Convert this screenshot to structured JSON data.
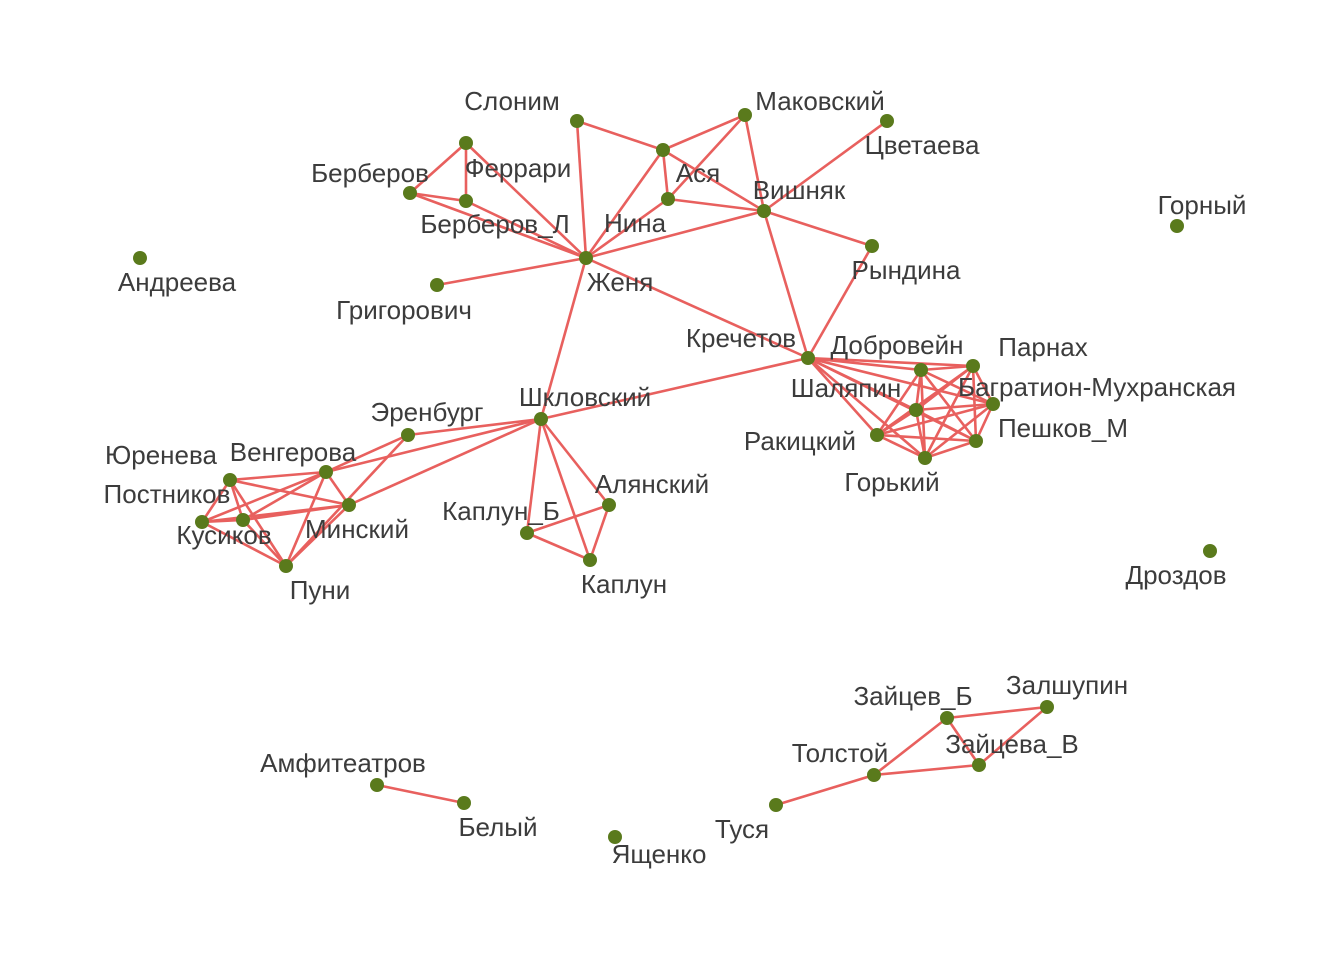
{
  "graph": {
    "nodes": [
      {
        "id": "Слоним",
        "label": "Слоним"
      },
      {
        "id": "Маковский",
        "label": "Маковский"
      },
      {
        "id": "Цветаева",
        "label": "Цветаева"
      },
      {
        "id": "Горный",
        "label": "Горный"
      },
      {
        "id": "Берберов",
        "label": "Берберов"
      },
      {
        "id": "Феррари",
        "label": "Феррари"
      },
      {
        "id": "Ася",
        "label": "Ася"
      },
      {
        "id": "Вишняк",
        "label": "Вишняк"
      },
      {
        "id": "Берберов_Л",
        "label": "Берберов_Л"
      },
      {
        "id": "Нина",
        "label": "Нина"
      },
      {
        "id": "Андреева",
        "label": "Андреева"
      },
      {
        "id": "Женя",
        "label": "Женя"
      },
      {
        "id": "Рындина",
        "label": "Рындина"
      },
      {
        "id": "Григорович",
        "label": "Григорович"
      },
      {
        "id": "Кречетов",
        "label": "Кречетов"
      },
      {
        "id": "Добровейн",
        "label": "Добровейн"
      },
      {
        "id": "Парнах",
        "label": "Парнах"
      },
      {
        "id": "Шаляпин",
        "label": "Шаляпин"
      },
      {
        "id": "Багратион-Мухранская",
        "label": "Багратион-Мухранская"
      },
      {
        "id": "Шкловский",
        "label": "Шкловский"
      },
      {
        "id": "Эренбург",
        "label": "Эренбург"
      },
      {
        "id": "Ракицкий",
        "label": "Ракицкий"
      },
      {
        "id": "Пешков_М",
        "label": "Пешков_М"
      },
      {
        "id": "Юренева",
        "label": "Юренева"
      },
      {
        "id": "Венгерова",
        "label": "Венгерова"
      },
      {
        "id": "Горький",
        "label": "Горький"
      },
      {
        "id": "Постников",
        "label": "Постников"
      },
      {
        "id": "Алянский",
        "label": "Алянский"
      },
      {
        "id": "Каплун_Б",
        "label": "Каплун_Б"
      },
      {
        "id": "Минский",
        "label": "Минский"
      },
      {
        "id": "Кусиков",
        "label": "Кусиков"
      },
      {
        "id": "Каплун",
        "label": "Каплун"
      },
      {
        "id": "Пуни",
        "label": "Пуни"
      },
      {
        "id": "Дроздов",
        "label": "Дроздов"
      },
      {
        "id": "Залшупин",
        "label": "Залшупин"
      },
      {
        "id": "Зайцев_Б",
        "label": "Зайцев_Б"
      },
      {
        "id": "Толстой",
        "label": "Толстой"
      },
      {
        "id": "Зайцева_В",
        "label": "Зайцева_В"
      },
      {
        "id": "Амфитеатров",
        "label": "Амфитеатров"
      },
      {
        "id": "Белый",
        "label": "Белый"
      },
      {
        "id": "Туся",
        "label": "Туся"
      },
      {
        "id": "Ященко",
        "label": "Ященко"
      }
    ],
    "edges": [
      [
        "Берберов",
        "Феррари"
      ],
      [
        "Берберов",
        "Берберов_Л"
      ],
      [
        "Берберов",
        "Женя"
      ],
      [
        "Феррари",
        "Берберов_Л"
      ],
      [
        "Феррари",
        "Женя"
      ],
      [
        "Берберов_Л",
        "Женя"
      ],
      [
        "Слоним",
        "Женя"
      ],
      [
        "Слоним",
        "Ася"
      ],
      [
        "Ася",
        "Маковский"
      ],
      [
        "Ася",
        "Нина"
      ],
      [
        "Ася",
        "Вишняк"
      ],
      [
        "Ася",
        "Женя"
      ],
      [
        "Маковский",
        "Нина"
      ],
      [
        "Маковский",
        "Вишняк"
      ],
      [
        "Цветаева",
        "Вишняк"
      ],
      [
        "Нина",
        "Вишняк"
      ],
      [
        "Нина",
        "Женя"
      ],
      [
        "Вишняк",
        "Женя"
      ],
      [
        "Вишняк",
        "Рындина"
      ],
      [
        "Вишняк",
        "Кречетов"
      ],
      [
        "Григорович",
        "Женя"
      ],
      [
        "Женя",
        "Кречетов"
      ],
      [
        "Женя",
        "Шкловский"
      ],
      [
        "Рындина",
        "Кречетов"
      ],
      [
        "Кречетов",
        "Шкловский"
      ],
      [
        "Кречетов",
        "Добровейн"
      ],
      [
        "Кречетов",
        "Парнах"
      ],
      [
        "Кречетов",
        "Шаляпин"
      ],
      [
        "Кречетов",
        "Багратион-Мухранская"
      ],
      [
        "Кречетов",
        "Ракицкий"
      ],
      [
        "Кречетов",
        "Пешков_М"
      ],
      [
        "Кречетов",
        "Горький"
      ],
      [
        "Добровейн",
        "Парнах"
      ],
      [
        "Добровейн",
        "Шаляпин"
      ],
      [
        "Добровейн",
        "Багратион-Мухранская"
      ],
      [
        "Добровейн",
        "Ракицкий"
      ],
      [
        "Добровейн",
        "Пешков_М"
      ],
      [
        "Добровейн",
        "Горький"
      ],
      [
        "Парнах",
        "Шаляпин"
      ],
      [
        "Парнах",
        "Багратион-Мухранская"
      ],
      [
        "Парнах",
        "Ракицкий"
      ],
      [
        "Парнах",
        "Пешков_М"
      ],
      [
        "Парнах",
        "Горький"
      ],
      [
        "Шаляпин",
        "Багратион-Мухранская"
      ],
      [
        "Шаляпин",
        "Ракицкий"
      ],
      [
        "Шаляпин",
        "Пешков_М"
      ],
      [
        "Шаляпин",
        "Горький"
      ],
      [
        "Багратион-Мухранская",
        "Ракицкий"
      ],
      [
        "Багратион-Мухранская",
        "Пешков_М"
      ],
      [
        "Багратион-Мухранская",
        "Горький"
      ],
      [
        "Ракицкий",
        "Пешков_М"
      ],
      [
        "Ракицкий",
        "Горький"
      ],
      [
        "Пешков_М",
        "Горький"
      ],
      [
        "Шкловский",
        "Эренбург"
      ],
      [
        "Шкловский",
        "Венгерова"
      ],
      [
        "Шкловский",
        "Минский"
      ],
      [
        "Шкловский",
        "Алянский"
      ],
      [
        "Шкловский",
        "Каплун_Б"
      ],
      [
        "Шкловский",
        "Каплун"
      ],
      [
        "Алянский",
        "Каплун_Б"
      ],
      [
        "Алянский",
        "Каплун"
      ],
      [
        "Каплун_Б",
        "Каплун"
      ],
      [
        "Эренбург",
        "Венгерова"
      ],
      [
        "Эренбург",
        "Пуни"
      ],
      [
        "Юренева",
        "Венгерова"
      ],
      [
        "Юренева",
        "Минский"
      ],
      [
        "Юренева",
        "Кусиков"
      ],
      [
        "Юренева",
        "Пуни"
      ],
      [
        "Юренева",
        "Постников"
      ],
      [
        "Венгерова",
        "Минский"
      ],
      [
        "Венгерова",
        "Кусиков"
      ],
      [
        "Венгерова",
        "Постников"
      ],
      [
        "Венгерова",
        "Пуни"
      ],
      [
        "Минский",
        "Кусиков"
      ],
      [
        "Минский",
        "Постников"
      ],
      [
        "Минский",
        "Пуни"
      ],
      [
        "Кусиков",
        "Постников"
      ],
      [
        "Кусиков",
        "Пуни"
      ],
      [
        "Постников",
        "Пуни"
      ],
      [
        "Залшупин",
        "Зайцев_Б"
      ],
      [
        "Залшупин",
        "Зайцева_В"
      ],
      [
        "Зайцев_Б",
        "Толстой"
      ],
      [
        "Зайцев_Б",
        "Зайцева_В"
      ],
      [
        "Толстой",
        "Зайцева_В"
      ],
      [
        "Толстой",
        "Туся"
      ],
      [
        "Амфитеатров",
        "Белый"
      ]
    ]
  }
}
